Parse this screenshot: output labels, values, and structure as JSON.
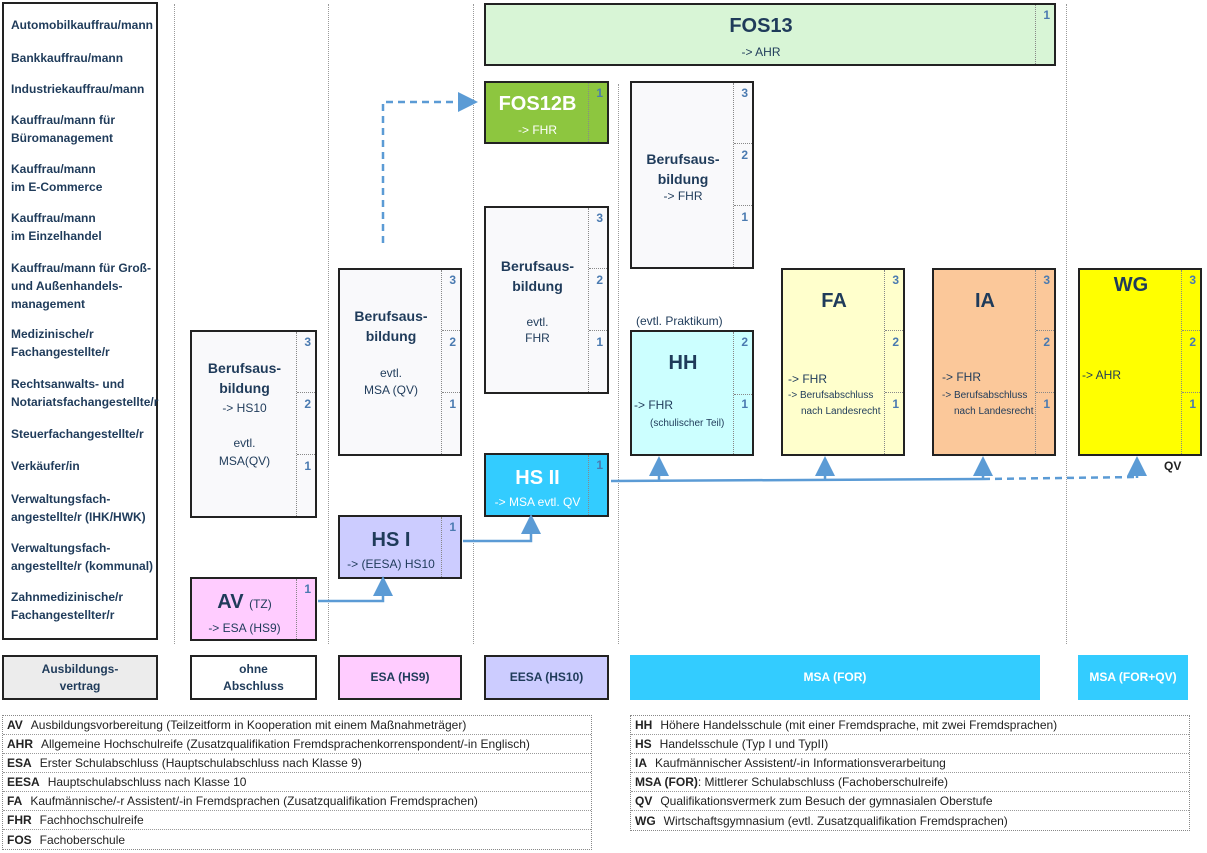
{
  "professions": [
    "Automobilkauffrau/mann",
    "Bankkauffrau/mann",
    "Industriekauffrau/mann",
    "Kauffrau/mann für\nBüromanagement",
    "Kauffrau/mann\nim E-Commerce",
    "Kauffrau/mann\nim Einzelhandel",
    "Kauffrau/mann für Groß-\nund Außenhandels-\nmanagement",
    "Medizinische/r\nFachangestellte/r",
    "Rechtsanwalts- und\nNotariatsfachangestellte/r",
    "Steuerfachangestellte/r",
    "Verkäufer/in",
    "Verwaltungsfach-\nangestellte/r (IHK/HWK)",
    "Verwaltungsfach-\nangestellte/r (kommunal)",
    "Zahnmedizinische/r\nFachangestellter/r"
  ],
  "boxes": {
    "fos13": {
      "title": "FOS13",
      "sub": "-> AHR",
      "years": [
        "1"
      ],
      "color": "#d8f5d6"
    },
    "fos12b": {
      "title": "FOS12B",
      "sub": "-> FHR",
      "years": [
        "1"
      ],
      "color": "#8dc63f"
    },
    "ba_col1": {
      "title": "Berufsaus-\nbildung",
      "sub1": "-> HS10",
      "sub2": "evtl.",
      "sub3": "MSA(QV)",
      "years": [
        "3",
        "2",
        "1"
      ]
    },
    "ba_col2": {
      "title": "Berufsaus-\nbildung",
      "sub1": "evtl.",
      "sub2": "MSA (QV)",
      "years": [
        "3",
        "2",
        "1"
      ]
    },
    "ba_col3": {
      "title": "Berufsaus-\nbildung",
      "sub1": "evtl.",
      "sub2": "FHR",
      "years": [
        "3",
        "2",
        "1"
      ]
    },
    "ba_col4": {
      "title": "Berufsaus-\nbildung",
      "sub1": "-> FHR",
      "years": [
        "3",
        "2",
        "1"
      ]
    },
    "av": {
      "title": "AV",
      "title_suffix": "(TZ)",
      "sub": "-> ESA (HS9)",
      "years": [
        "1"
      ],
      "color": "#ffccff"
    },
    "hs1": {
      "title": "HS I",
      "sub": "-> (EESA) HS10",
      "years": [
        "1"
      ],
      "color": "#ccccff"
    },
    "hs2": {
      "title": "HS II",
      "sub": "-> MSA evtl. QV",
      "years": [
        "1"
      ],
      "color": "#33ccff"
    },
    "hh": {
      "title": "HH",
      "pre": "(evtl. Praktikum)",
      "sub1": "-> FHR",
      "sub2": "(schulischer Teil)",
      "years": [
        "2",
        "1"
      ],
      "color": "#ccffff"
    },
    "fa": {
      "title": "FA",
      "sub1": "-> FHR",
      "sub2": "-> Berufsabschluss",
      "sub3": "nach Landesrecht",
      "years": [
        "3",
        "2",
        "1"
      ],
      "color": "#ffffcc"
    },
    "ia": {
      "title": "IA",
      "sub1": "-> FHR",
      "sub2": "-> Berufsabschluss",
      "sub3": "nach Landesrecht",
      "years": [
        "3",
        "2",
        "1"
      ],
      "color": "#fbc89a"
    },
    "wg": {
      "title": "WG",
      "sub": "-> AHR",
      "post": "QV",
      "years": [
        "3",
        "2",
        "1"
      ],
      "color": "#ffff00"
    }
  },
  "diplomas": [
    {
      "label": "Ausbildungs-\nvertrag",
      "color": "#ececec"
    },
    {
      "label": "ohne\nAbschluss",
      "color": "#ffffff"
    },
    {
      "label": "ESA (HS9)",
      "color": "#ffccff"
    },
    {
      "label": "EESA (HS10)",
      "color": "#ccccff"
    },
    {
      "label": "MSA (FOR)",
      "color": "#33ccff"
    },
    {
      "label": "MSA (FOR+QV)",
      "color": "#33ccff"
    }
  ],
  "legend_left": [
    {
      "abbr": "AV",
      "text": "Ausbildungsvorbereitung (Teilzeitform in Kooperation mit einem Maßnahmeträger)"
    },
    {
      "abbr": "AHR",
      "text": "Allgemeine Hochschulreife (Zusatzqualifikation Fremdsprachenkorrenspondent/-in Englisch)"
    },
    {
      "abbr": "ESA",
      "text": "Erster Schulabschluss (Hauptschulabschluss nach Klasse 9)"
    },
    {
      "abbr": "EESA",
      "text": "Hauptschulabschluss nach Klasse 10"
    },
    {
      "abbr": "FA",
      "text": "Kaufmännische/-r Assistent/-in Fremdsprachen (Zusatzqualifikation Fremdsprachen)"
    },
    {
      "abbr": "FHR",
      "text": "Fachhochschulreife"
    },
    {
      "abbr": "FOS",
      "text": "Fachoberschule"
    }
  ],
  "legend_right": [
    {
      "abbr": "HH",
      "text": "Höhere Handelsschule (mit einer Fremdsprache, mit zwei Fremdsprachen)"
    },
    {
      "abbr": "HS",
      "text": "Handelsschule (Typ I und TypII)"
    },
    {
      "abbr": "IA",
      "text": "Kaufmännischer Assistent/-in Informationsverarbeitung"
    },
    {
      "abbr": "MSA (FOR)",
      "text": ": Mittlerer Schulabschluss (Fachoberschulreife)"
    },
    {
      "abbr": "QV",
      "text": "Qualifikationsvermerk zum Besuch der gymnasialen Oberstufe"
    },
    {
      "abbr": "WG",
      "text": "Wirtschaftsgymnasium  (evtl. Zusatzqualifikation Fremdsprachen)"
    }
  ],
  "colors": {
    "arrow": "#5b9bd5",
    "text": "#1f3b5a",
    "year_number": "#4a7ab0"
  }
}
